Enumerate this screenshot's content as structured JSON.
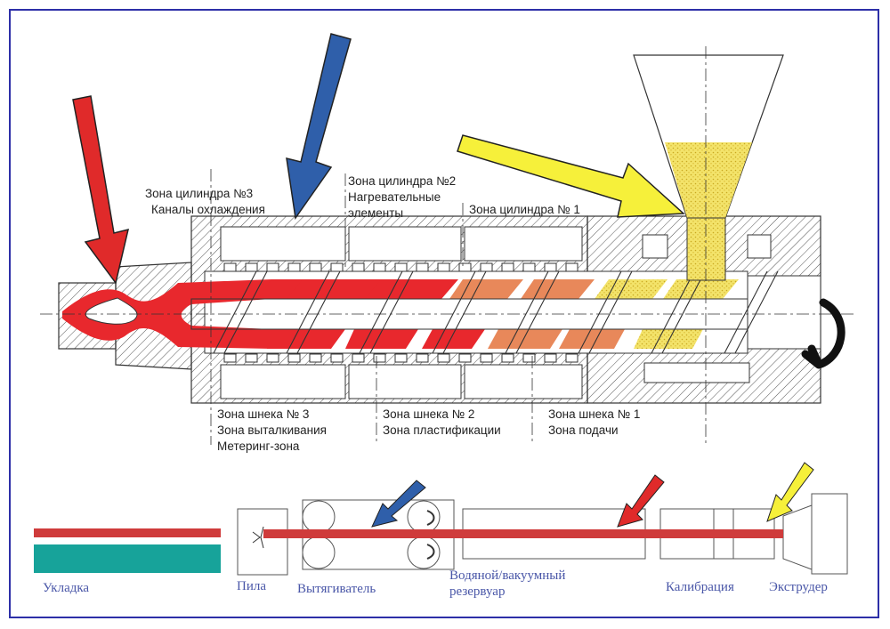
{
  "barrel_zones": {
    "zone3": {
      "line1": "Зона цилиндра №3",
      "line2": "Каналы охлаждения"
    },
    "zone2": {
      "line1": "Зона цилиндра №2",
      "line2": "Нагревательные",
      "line3": "элементы"
    },
    "zone1": {
      "line1": "Зона цилиндра № 1"
    }
  },
  "screw_zones": {
    "zone3": {
      "line1": "Зона шнека № 3",
      "line2": "Зона выталкивания",
      "line3": "Метеринг-зона"
    },
    "zone2": {
      "line1": "Зона шнека № 2",
      "line2": "Зона пластификации"
    },
    "zone1": {
      "line1": "Зона шнека № 1",
      "line2": "Зона подачи"
    }
  },
  "line_labels": {
    "stacking": "Укладка",
    "saw": "Пила",
    "puller": "Вытягиватель",
    "tank_line1": "Водяной/вакуумный",
    "tank_line2": "резервуар",
    "calibration": "Калибрация",
    "extruder": "Экструдер"
  },
  "colors": {
    "melt": "#e8282d",
    "transition": "#e8885a",
    "pellets": "#f3e36a",
    "stack": "#17a39a",
    "arrow_red": "#e02a2a",
    "arrow_blue": "#2f5faa",
    "arrow_yellow": "#f6f03a",
    "frame": "#2d2fa8"
  }
}
